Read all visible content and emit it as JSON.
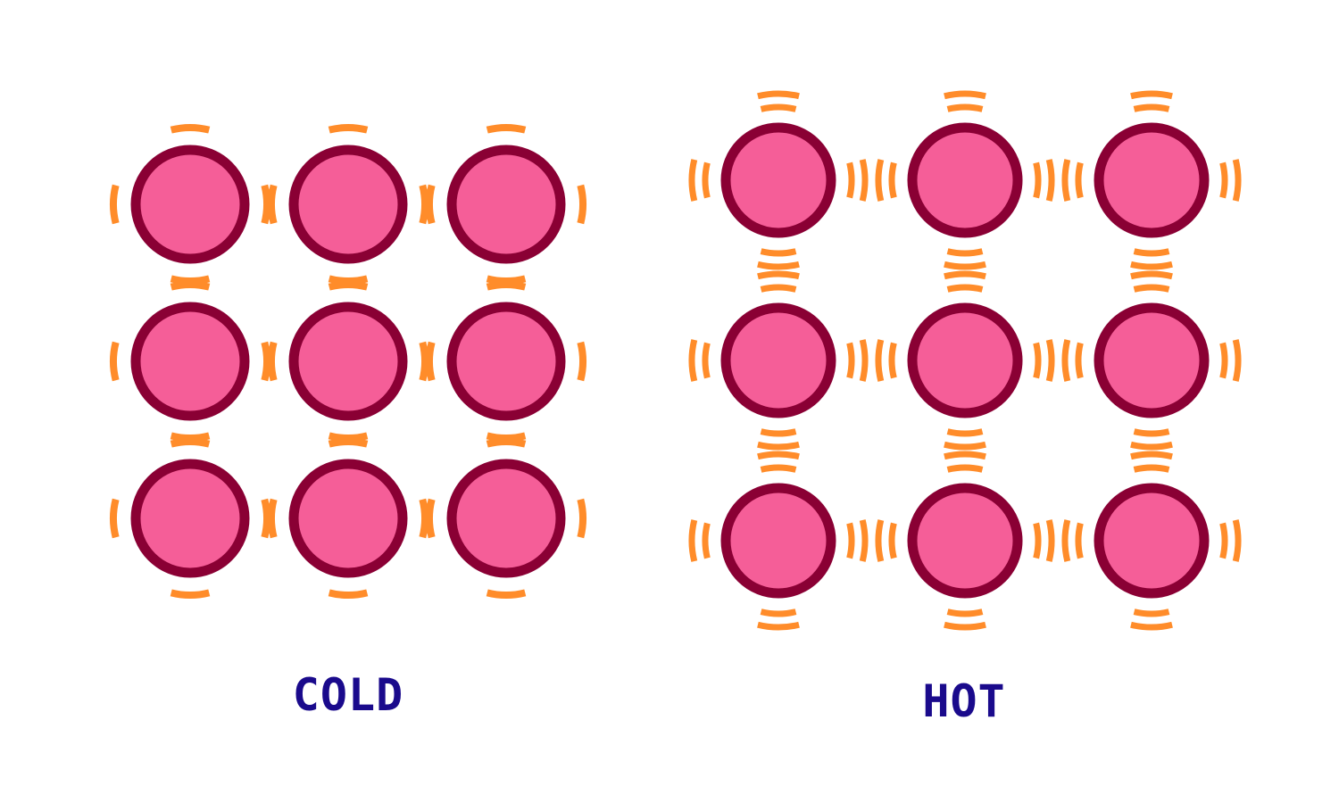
{
  "colors": {
    "particle_fill": "#f55e98",
    "particle_outline": "#8a0034",
    "vibration": "#ff8c2a",
    "label": "#1a0a8c"
  },
  "panels": [
    {
      "id": "cold",
      "label": "COLD",
      "state": "cold",
      "grid_rows": 3,
      "grid_cols": 3,
      "vibration_arcs_per_side": 1
    },
    {
      "id": "hot",
      "label": "HOT",
      "state": "hot",
      "grid_rows": 3,
      "grid_cols": 3,
      "vibration_arcs_per_side": 2
    }
  ]
}
